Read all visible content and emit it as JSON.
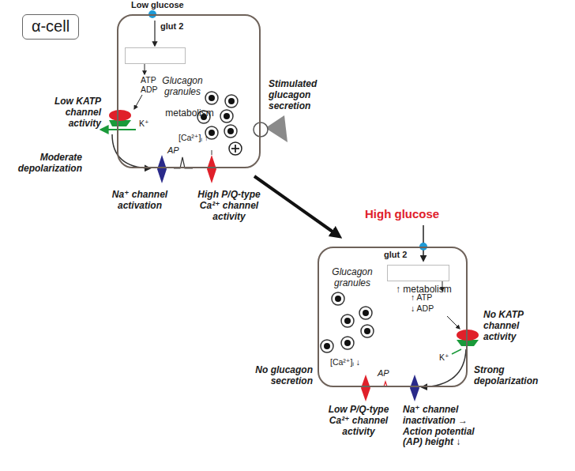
{
  "diagram": {
    "nodes": [
      {
        "text": [
          "α-cell"
        ]
      },
      {
        "text": [
          "Glucagon granules"
        ]
      },
      {
        "text": [
          "metabolism"
        ],
        "in": 1
      },
      {
        "text": [
          "Glucagon granules"
        ]
      },
      {
        "text": [
          "↑ metabolism"
        ],
        "in": 3
      }
    ],
    "edges": [
      {
        "from": 1,
        "to": 3,
        "arrow": "to"
      }
    ],
    "labels": [
      "Low glucose",
      "glut 2",
      "ATP",
      "ADP",
      "Stimulated glucagon secretion",
      "Low KATP channel activity",
      "K⁺",
      "[Ca²⁺]ᵢ ↑",
      "AP",
      "Moderate depolarization",
      "Na⁺ channel activation",
      "High P/Q-type Ca²⁺ channel activity",
      "High glucose",
      "glut 2",
      "↑ ATP",
      "↓ ADP",
      "No KATP channel activity",
      "K⁺",
      "[Ca²⁺]ᵢ ↓",
      "AP",
      "Strong depolarization",
      "No glucagon secretion",
      "Low P/Q-type Ca²⁺ channel activity",
      "Na⁺ channel inactivation → Action potential (AP) height ↓"
    ]
  }
}
